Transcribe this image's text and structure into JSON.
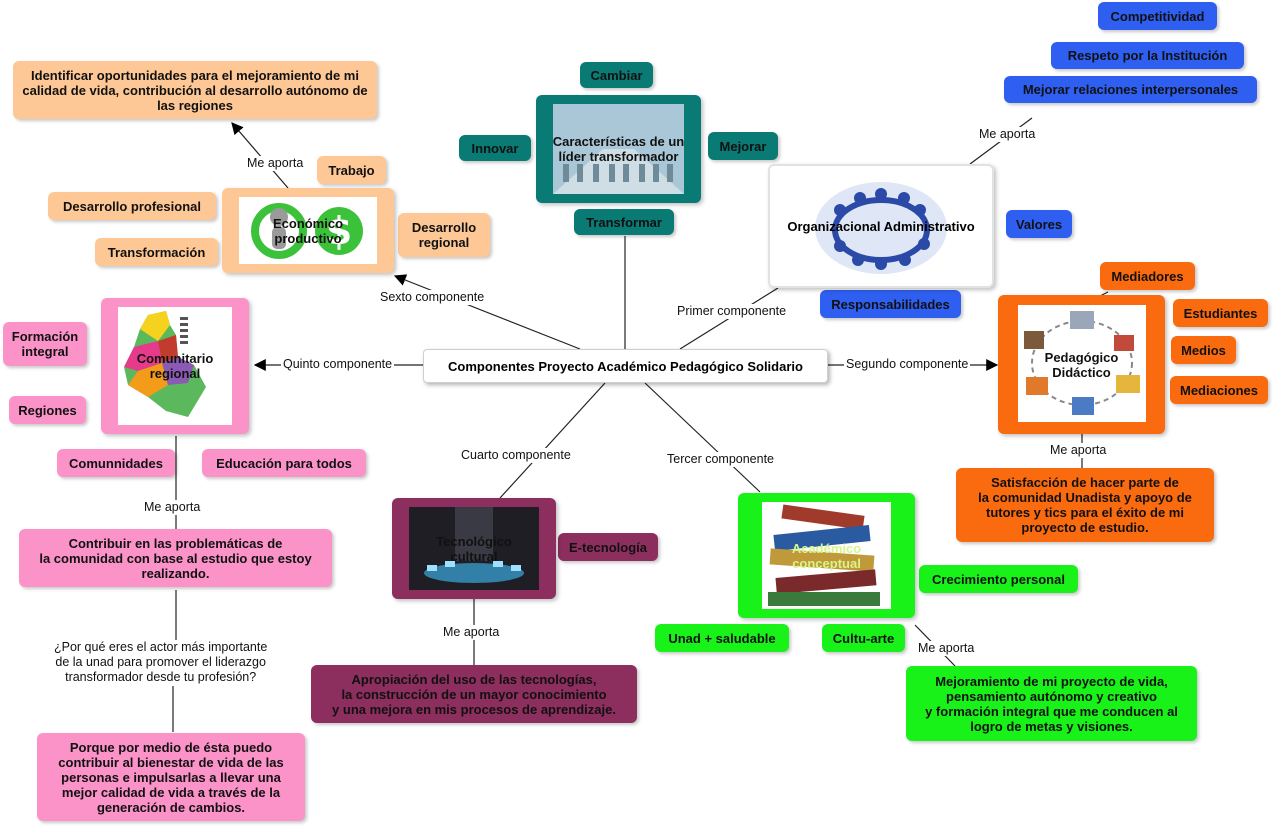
{
  "root": "Componentes Proyecto Académico Pedagógico Solidario",
  "economico": {
    "title": "Económico\nproductivo",
    "aporte": "Identificar oportunidades para el mejoramiento de mi calidad de vida, contribución al desarrollo autónomo de las regiones",
    "items": [
      "Trabajo",
      "Desarrollo profesional",
      "Transformación",
      "Desarrollo\nregional"
    ]
  },
  "lider": {
    "title": "Características de un\nlíder transformador",
    "items": [
      "Cambiar",
      "Innovar",
      "Mejorar",
      "Transformar"
    ]
  },
  "organizacional": {
    "title": "Organizacional Administrativo",
    "items": [
      "Competitividad",
      "Respeto por la Institución",
      "Mejorar relaciones interpersonales",
      "Valores",
      "Responsabilidades"
    ]
  },
  "comunitario": {
    "title": "Comunitario\nregional",
    "items": [
      "Formación\nintegral",
      "Regiones",
      "Comunnidades",
      "Educación para todos"
    ],
    "aporte": "Contribuir en las problemáticas de\nla comunidad con base al estudio que estoy\nrealizando.",
    "question": "¿Por qué eres el actor más importante\nde la unad para promover el liderazgo\ntransformador desde tu profesión?",
    "answer": "Porque por medio de ésta puedo\ncontribuir al bienestar de vida de las\npersonas e impulsarlas a llevar una\nmejor calidad de vida a través de la\ngeneración de cambios."
  },
  "pedagogico": {
    "title": "Pedagógico\nDidáctico",
    "items": [
      "Mediadores",
      "Estudiantes",
      "Medios",
      "Mediaciones"
    ],
    "aporte": "Satisfacción de hacer parte de\nla comunidad Unadista y  apoyo de\ntutores y tics para el éxito de mi\nproyecto de estudio."
  },
  "tecnologico": {
    "title": "Tecnológico\ncultural",
    "items": [
      "E-tecnología"
    ],
    "aporte": "Apropiación del uso de las tecnologías,\nla construcción de un mayor conocimiento\ny una mejora en mis procesos de aprendizaje."
  },
  "academico": {
    "title": "Académico\nconceptual",
    "items": [
      "Crecimiento personal",
      "Unad + saludable",
      "Cultu-arte"
    ],
    "aporte": "Mejoramiento de mi proyecto  de vida,\npensamiento autónomo y creativo\ny formación integral que me conducen al\nlogro de metas y visiones."
  },
  "labels": {
    "primer": "Primer componente",
    "segundo": "Segundo componente",
    "tercer": "Tercer componente",
    "cuarto": "Cuarto componente",
    "quinto": "Quinto componente",
    "sexto": "Sexto componente",
    "me_aporta": "Me aporta"
  },
  "icons": [
    "recycle-dollar-icon",
    "colombia-map-icon",
    "people-circle-icon",
    "books-icon",
    "classroom-icon",
    "tech-hands-icon",
    "corridor-icon"
  ],
  "colors": {
    "peach": "#fdc895",
    "teal": "#0a7a74",
    "blue": "#2f5ff0",
    "orange": "#fa6a0f",
    "pink": "#fb93c9",
    "plum": "#8c2e5e",
    "green": "#18f219"
  }
}
